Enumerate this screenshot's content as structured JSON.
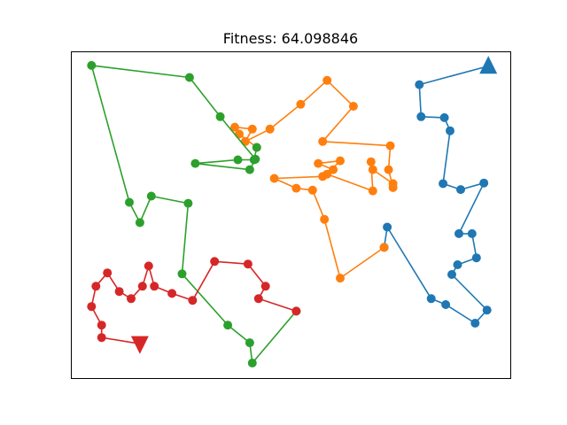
{
  "chart_data": {
    "type": "line",
    "title": "Fitness: 64.098846",
    "xlabel": "",
    "ylabel": "",
    "xlim": [
      0,
      100
    ],
    "ylim": [
      0,
      100
    ],
    "grid": false,
    "legend": "none",
    "series": [
      {
        "color": "#1f77b4",
        "points": [
          [
            95.0,
            95.5
          ],
          [
            79.3,
            89.8
          ],
          [
            79.7,
            80.0
          ],
          [
            85.0,
            79.7
          ],
          [
            86.3,
            75.7
          ],
          [
            84.7,
            59.5
          ],
          [
            88.7,
            57.7
          ],
          [
            94.0,
            59.7
          ],
          [
            88.3,
            44.2
          ],
          [
            91.3,
            44.2
          ],
          [
            92.3,
            36.8
          ],
          [
            88.0,
            34.7
          ],
          [
            86.7,
            31.7
          ],
          [
            94.7,
            20.8
          ],
          [
            92.0,
            16.8
          ],
          [
            85.3,
            22.5
          ],
          [
            82.0,
            24.3
          ],
          [
            72.0,
            46.2
          ],
          [
            71.3,
            40.0
          ]
        ],
        "start_marker": "triangle-up",
        "start_index": 0
      },
      {
        "color": "#ff7f0e",
        "points": [
          [
            71.3,
            40.0
          ],
          [
            61.3,
            30.6
          ],
          [
            57.7,
            48.6
          ],
          [
            55.0,
            57.5
          ],
          [
            51.3,
            58.1
          ],
          [
            46.3,
            61.1
          ],
          [
            57.3,
            61.7
          ],
          [
            59.7,
            63.8
          ],
          [
            56.3,
            65.7
          ],
          [
            61.3,
            66.5
          ],
          [
            58.3,
            62.4
          ],
          [
            68.7,
            57.3
          ],
          [
            68.3,
            66.2
          ],
          [
            68.7,
            63.8
          ],
          [
            73.3,
            59.5
          ],
          [
            73.3,
            58.3
          ],
          [
            72.3,
            63.8
          ],
          [
            72.7,
            71.1
          ],
          [
            57.3,
            72.4
          ],
          [
            64.3,
            83.2
          ],
          [
            58.3,
            91.1
          ],
          [
            52.3,
            83.8
          ],
          [
            45.3,
            76.2
          ],
          [
            39.7,
            72.4
          ],
          [
            41.3,
            76.2
          ],
          [
            37.3,
            76.8
          ],
          [
            38.3,
            74.7
          ],
          [
            42.3,
            70.6
          ]
        ]
      },
      {
        "color": "#2ca02c",
        "points": [
          [
            42.3,
            70.6
          ],
          [
            41.7,
            66.8
          ],
          [
            38.0,
            66.8
          ],
          [
            28.3,
            65.7
          ],
          [
            40.7,
            63.8
          ],
          [
            42.0,
            67.0
          ],
          [
            34.0,
            80.0
          ],
          [
            27.0,
            92.0
          ],
          [
            4.7,
            95.7
          ],
          [
            13.3,
            53.8
          ],
          [
            15.7,
            47.6
          ],
          [
            18.3,
            55.7
          ],
          [
            26.7,
            53.5
          ],
          [
            25.3,
            31.9
          ],
          [
            35.7,
            16.2
          ],
          [
            40.7,
            10.8
          ],
          [
            41.3,
            4.6
          ],
          [
            51.3,
            20.5
          ]
        ]
      },
      {
        "color": "#d62728",
        "points": [
          [
            51.3,
            20.5
          ],
          [
            42.7,
            24.3
          ],
          [
            44.3,
            28.1
          ],
          [
            40.3,
            34.9
          ],
          [
            32.7,
            35.7
          ],
          [
            27.7,
            23.8
          ],
          [
            23.0,
            25.9
          ],
          [
            19.0,
            28.1
          ],
          [
            17.7,
            34.3
          ],
          [
            16.3,
            28.1
          ],
          [
            13.7,
            24.3
          ],
          [
            11.0,
            26.5
          ],
          [
            8.3,
            32.2
          ],
          [
            5.7,
            28.1
          ],
          [
            4.7,
            21.9
          ],
          [
            7.0,
            16.2
          ],
          [
            7.0,
            12.4
          ],
          [
            15.7,
            10.5
          ]
        ],
        "end_marker": "triangle-down"
      }
    ]
  }
}
